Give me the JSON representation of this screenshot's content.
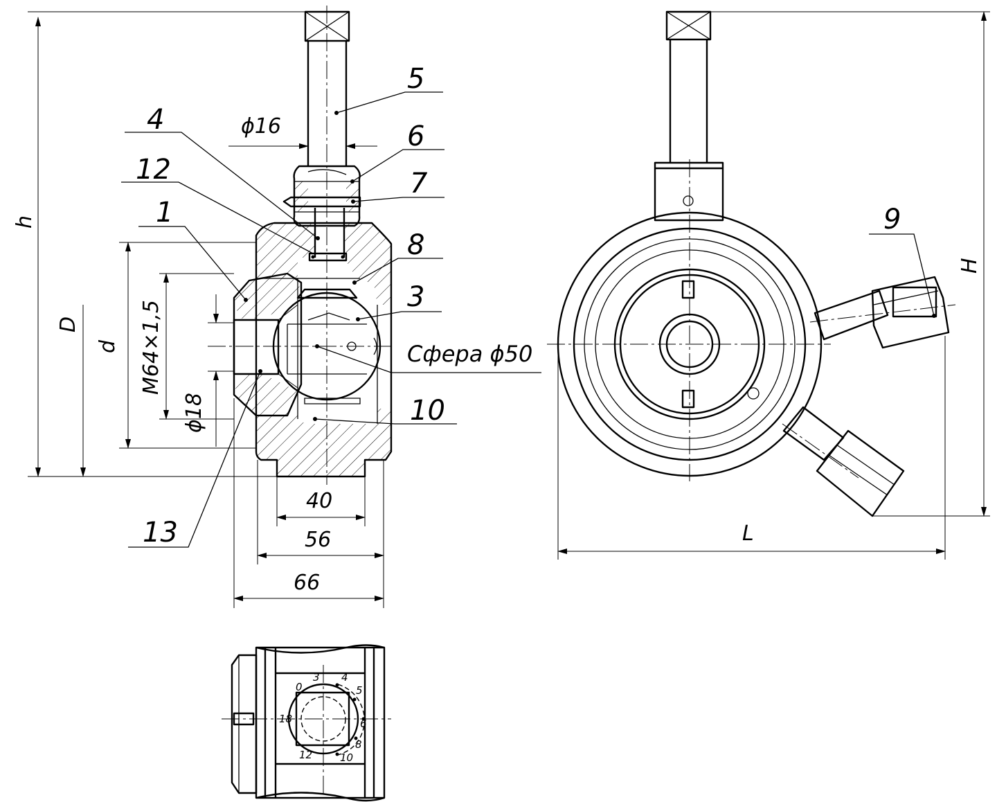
{
  "callouts": {
    "n1": "1",
    "n3": "3",
    "n4": "4",
    "n5": "5",
    "n6": "6",
    "n7": "7",
    "n8": "8",
    "n9": "9",
    "n10": "10",
    "n12": "12",
    "n13": "13"
  },
  "dimensions": {
    "dia16": "ϕ16",
    "dia18": "ϕ18",
    "thread": "M64×1,5",
    "sphere": "Сфера ϕ50",
    "w40": "40",
    "w56": "56",
    "w66": "66",
    "h": "h",
    "H": "H",
    "D": "D",
    "d": "d",
    "L": "L"
  },
  "dial_marks": {
    "m0": "0",
    "m3": "3",
    "m4": "4",
    "m5": "5",
    "m6": "6",
    "m8": "8",
    "m10": "10",
    "m12": "12",
    "m18": "18"
  }
}
